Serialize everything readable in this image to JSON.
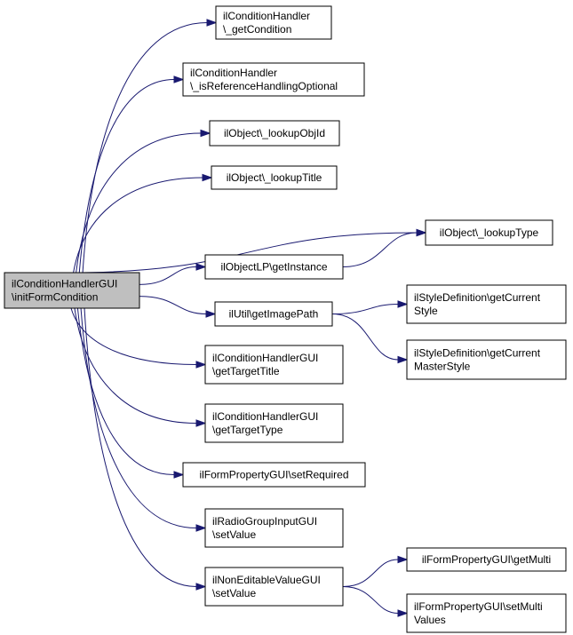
{
  "nodes": {
    "root": [
      "ilConditionHandlerGUI",
      "\\initFormCondition"
    ],
    "getCondition": [
      "ilConditionHandler",
      "\\_getCondition"
    ],
    "isRefOpt": [
      "ilConditionHandler",
      "\\_isReferenceHandlingOptional"
    ],
    "lookupObjId": [
      "ilObject\\_lookupObjId"
    ],
    "lookupTitle": [
      "ilObject\\_lookupTitle"
    ],
    "lookupType": [
      "ilObject\\_lookupType"
    ],
    "lpGetInstance": [
      "ilObjectLP\\getInstance"
    ],
    "getImagePath": [
      "ilUtil\\getImagePath"
    ],
    "getCurrentStyle": [
      "ilStyleDefinition\\getCurrent",
      "Style"
    ],
    "getCurrentMasterStyle": [
      "ilStyleDefinition\\getCurrent",
      "MasterStyle"
    ],
    "getTargetTitle": [
      "ilConditionHandlerGUI",
      "\\getTargetTitle"
    ],
    "getTargetType": [
      "ilConditionHandlerGUI",
      "\\getTargetType"
    ],
    "setRequired": [
      "ilFormPropertyGUI\\setRequired"
    ],
    "radioSetValue": [
      "ilRadioGroupInputGUI",
      "\\setValue"
    ],
    "nonEditSetValue": [
      "ilNonEditableValueGUI",
      "\\setValue"
    ],
    "getMulti": [
      "ilFormPropertyGUI\\getMulti"
    ],
    "setMultiValues": [
      "ilFormPropertyGUI\\setMulti",
      "Values"
    ]
  },
  "edges": [
    [
      "root",
      "getCondition"
    ],
    [
      "root",
      "isRefOpt"
    ],
    [
      "root",
      "lookupObjId"
    ],
    [
      "root",
      "lookupTitle"
    ],
    [
      "root",
      "lookupType"
    ],
    [
      "root",
      "lpGetInstance"
    ],
    [
      "root",
      "getImagePath"
    ],
    [
      "root",
      "getTargetTitle"
    ],
    [
      "root",
      "getTargetType"
    ],
    [
      "root",
      "setRequired"
    ],
    [
      "root",
      "radioSetValue"
    ],
    [
      "root",
      "nonEditSetValue"
    ],
    [
      "lpGetInstance",
      "lookupType"
    ],
    [
      "getImagePath",
      "getCurrentStyle"
    ],
    [
      "getImagePath",
      "getCurrentMasterStyle"
    ],
    [
      "nonEditSetValue",
      "getMulti"
    ],
    [
      "nonEditSetValue",
      "setMultiValues"
    ]
  ]
}
